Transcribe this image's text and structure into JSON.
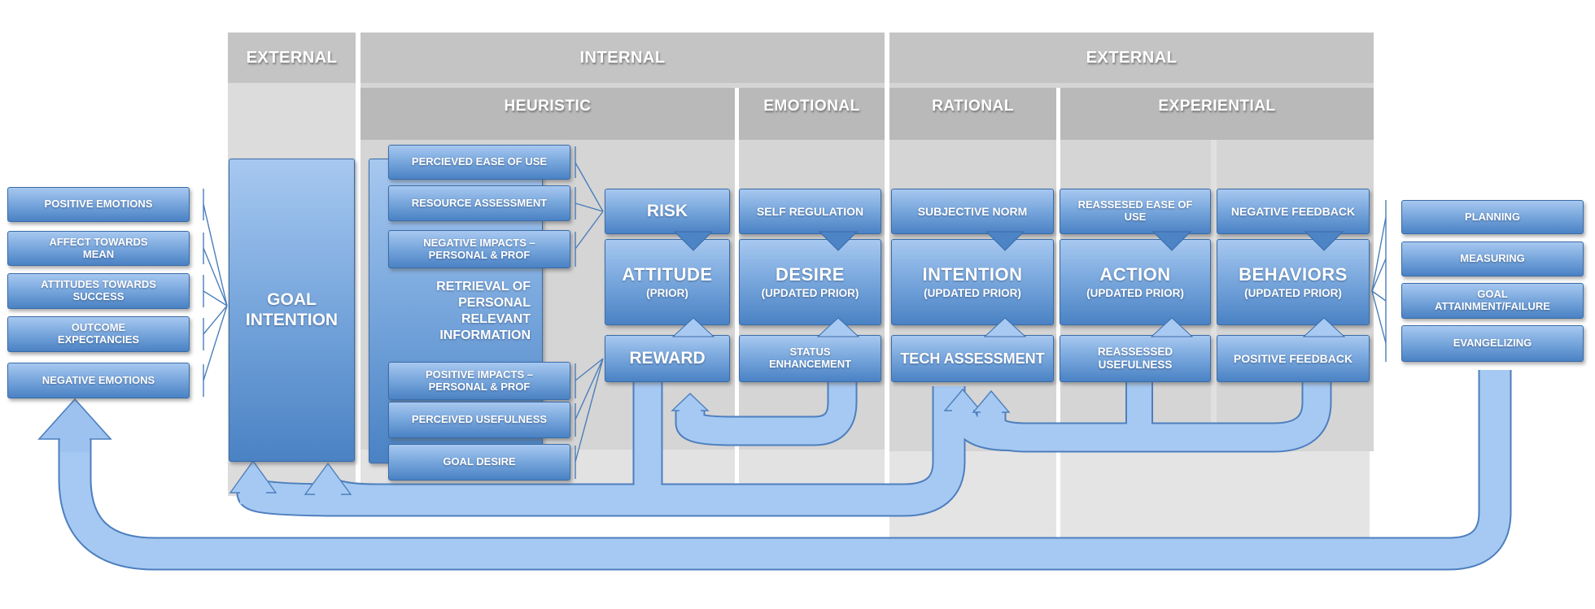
{
  "headers": {
    "left": "EXTERNAL",
    "center": "INTERNAL",
    "right": "EXTERNAL"
  },
  "subheaders": {
    "heuristic": "HEURISTIC",
    "emotional": "EMOTIONAL",
    "rational": "RATIONAL",
    "experiential": "EXPERIENTIAL"
  },
  "left_inputs": [
    "POSITIVE EMOTIONS",
    "AFFECT TOWARDS MEAN",
    "ATTITUDES TOWARDS SUCCESS",
    "OUTCOME EXPECTANCIES",
    "NEGATIVE EMOTIONS"
  ],
  "goal_intention": "GOAL INTENTION",
  "heuristic": {
    "top": [
      "PERCIEVED EASE OF USE",
      "RESOURCE ASSESSMENT",
      "NEGATIVE IMPACTS – PERSONAL & PROF"
    ],
    "retrieval": "RETRIEVAL OF PERSONAL RELEVANT INFORMATION",
    "bottom": [
      "POSITIVE IMPACTS – PERSONAL & PROF",
      "PERCEIVED USEFULNESS",
      "GOAL DESIRE"
    ]
  },
  "columns": [
    {
      "top": "RISK",
      "mid": "ATTITUDE",
      "mid_sub": "(PRIOR)",
      "bottom": "REWARD"
    },
    {
      "top": "SELF REGULATION",
      "mid": "DESIRE",
      "mid_sub": "(UPDATED PRIOR)",
      "bottom": "STATUS ENHANCEMENT"
    },
    {
      "top": "SUBJECTIVE NORM",
      "mid": "INTENTION",
      "mid_sub": "(UPDATED PRIOR)",
      "bottom": "TECH ASSESSMENT"
    },
    {
      "top": "REASSESED EASE OF USE",
      "mid": "ACTION",
      "mid_sub": "(UPDATED PRIOR)",
      "bottom": "REASSESSED USEFULNESS"
    },
    {
      "top": "NEGATIVE FEEDBACK",
      "mid": "BEHAVIORS",
      "mid_sub": "(UPDATED PRIOR)",
      "bottom": "POSITIVE FEEDBACK"
    }
  ],
  "right_outputs": [
    "PLANNING",
    "MEASURING",
    "GOAL ATTAINMENT/FAILURE",
    "EVANGELIZING"
  ],
  "colors": {
    "box_gradient_top": "#a7c8f0",
    "box_gradient_bottom": "#4a82c4",
    "box_border": "#3a6ca8",
    "band_fill": "#a6c9f3",
    "band_edge": "#4d7fbe",
    "header_bg": "#c4c4c4",
    "subheader_bg": "#b9b9b9",
    "panel_bg": "#d5d5d5",
    "panel_light": "#e2e2e2"
  }
}
